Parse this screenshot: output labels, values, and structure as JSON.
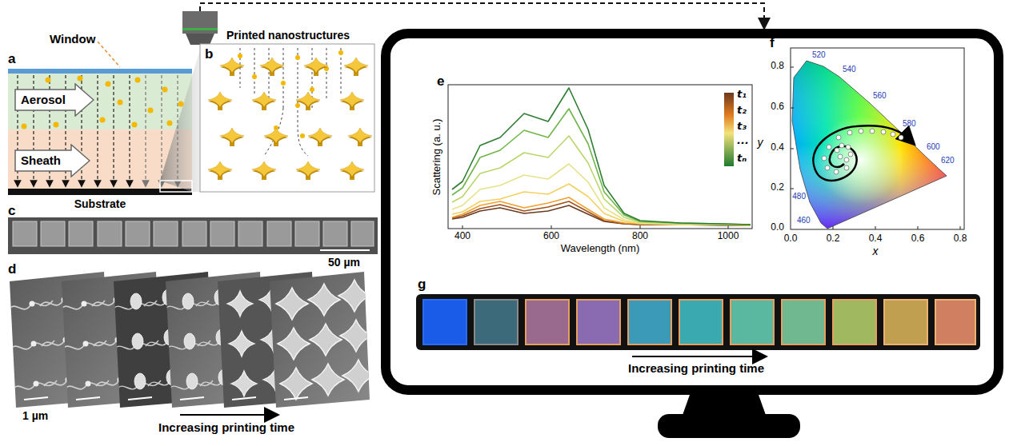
{
  "diagram": {
    "nodes": [
      {
        "text": [
          "Aerosol"
        ]
      },
      {
        "text": [
          "Sheath"
        ]
      }
    ],
    "labels": [
      "Window",
      "a",
      "Printed nanostructures",
      "b",
      "Substrate",
      "c",
      "50 µm",
      "d",
      "1 µm",
      "Increasing printing time",
      "e",
      "Scattering (a. u.)",
      "Wavelength (nm)",
      "400",
      "600",
      "800",
      "1000",
      "t₁",
      "t₂",
      "t₃",
      "...",
      "tₙ",
      "f",
      "y",
      "x",
      "0.0",
      "0.2",
      "0.4",
      "0.6",
      "0.8",
      "0.0",
      "0.2",
      "0.4",
      "0.6",
      "0.8",
      "520",
      "540",
      "560",
      "580",
      "600",
      "620",
      "480",
      "460",
      "g",
      "Increasing printing time"
    ]
  }
}
